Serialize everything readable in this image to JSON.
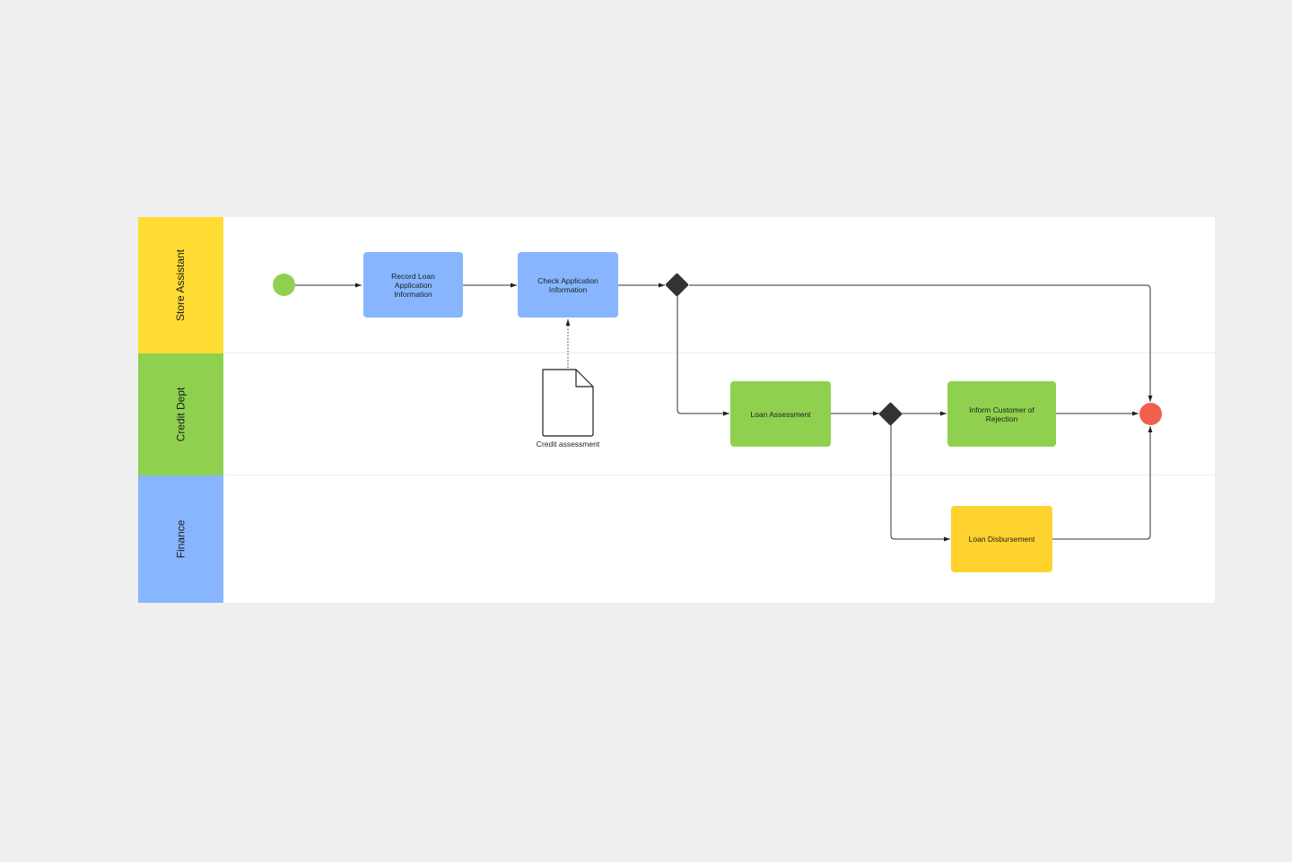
{
  "lanes": [
    {
      "label": "Store Assistant",
      "color": "#ffdc33"
    },
    {
      "label": "Credit Dept",
      "color": "#8fd14f"
    },
    {
      "label": "Finance",
      "color": "#87b6ff"
    }
  ],
  "tasks": {
    "record": {
      "label": "Record Loan Application Information",
      "color": "#87b6ff"
    },
    "check": {
      "label": "Check Application Information",
      "color": "#87b6ff"
    },
    "assessment": {
      "label": "Loan Assessment",
      "color": "#8fd14f"
    },
    "inform": {
      "label": "Inform Customer of Rejection",
      "color": "#8fd14f"
    },
    "disbursement": {
      "label": "Loan Disbursement",
      "color": "#ffd22e"
    }
  },
  "events": {
    "start": {
      "color": "#8fd14f"
    },
    "end": {
      "color": "#f0604d"
    }
  },
  "document": {
    "label": "Credit assessment"
  }
}
